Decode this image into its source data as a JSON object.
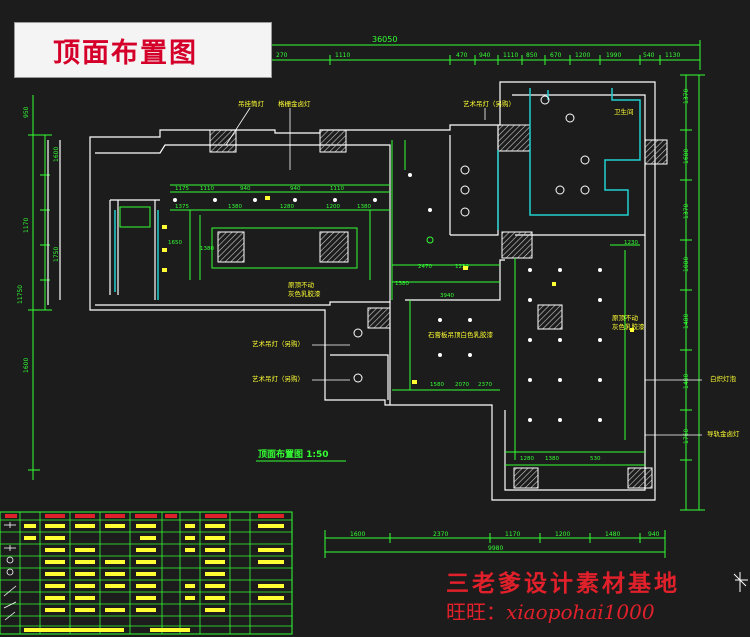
{
  "title": "顶面布置图",
  "drawing_caption": "顶面布置图 1:50",
  "watermark": {
    "line1": "三老爹设计素材基地",
    "line2_prefix": "旺旺：",
    "line2_id": "xiaopohai1000"
  },
  "labels": {
    "pendant_lamp": "吊挂筒灯",
    "grille_lamp": "格栅金卤灯",
    "art_pendant_top": "艺术吊灯（另购）",
    "restroom": "卫生间",
    "art_pendant_left1": "艺术吊灯（另购）",
    "art_pendant_left2": "艺术吊灯（另购）",
    "original_top_left": "原顶不动",
    "gray_latex_left": "灰色乳胶漆",
    "gypsum_ceiling": "石膏板吊顶白色乳胶漆",
    "original_top_right": "原顶不动",
    "gray_latex_right": "灰色乳胶漆",
    "white_tube_light": "白炽灯泡",
    "down_lamp": "导轨金卤灯"
  },
  "dimensions": {
    "top_total": "36050",
    "bottom_total": "9980",
    "left_total": "11750",
    "top_segments": [
      "270",
      "1110",
      "470",
      "940",
      "1110",
      "850",
      "670",
      "1200",
      "1990",
      "540",
      "1130"
    ],
    "bottom_segments": [
      "1600",
      "2370",
      "1170",
      "1200",
      "1480",
      "940"
    ],
    "inner_row": [
      "1110",
      "940",
      "940",
      "1110",
      "1175"
    ],
    "inner_row2": [
      "1375",
      "1380",
      "1280",
      "1200",
      "1380"
    ],
    "right_segments": [
      "1370",
      "1680",
      "1370",
      "1080",
      "1480",
      "1480",
      "1760"
    ],
    "left_segments": [
      "950",
      "1170",
      "1600",
      "1600",
      "1750"
    ],
    "misc": [
      "2470",
      "1230",
      "1380",
      "1650",
      "1380",
      "3940",
      "1580",
      "2070",
      "2370",
      "1280",
      "530",
      "1380",
      "1230"
    ]
  },
  "legend_rows": 9,
  "colors": {
    "background": "#1c1c1c",
    "wall": "#ffffff",
    "dimension": "#33ff33",
    "annotation": "#ffff33",
    "cyan_fixture": "#22d0d0",
    "accent_red": "#e0202a"
  }
}
